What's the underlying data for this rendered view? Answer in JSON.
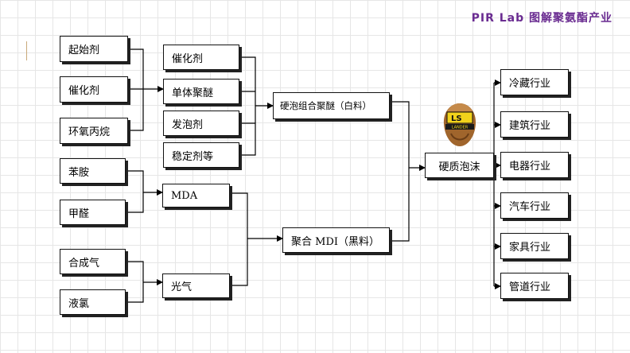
{
  "header": {
    "title": "PIR Lab 图解聚氨酯产业"
  },
  "logo": {
    "text": "LANDER"
  },
  "raw_materials": [
    "起始剂",
    "催化剂",
    "环氧丙烷",
    "苯胺",
    "甲醛",
    "合成气",
    "液氯"
  ],
  "polyol_components": [
    "催化剂",
    "单体聚醚",
    "发泡剂",
    "稳定剂等"
  ],
  "intermediates": [
    "MDA",
    "光气"
  ],
  "blends": {
    "white": "硬泡组合聚醚（白料）",
    "black": "聚合 MDI（黑料）"
  },
  "product": "硬质泡沫",
  "applications": [
    "冷藏行业",
    "建筑行业",
    "电器行业",
    "汽车行业",
    "家具行业",
    "管道行业"
  ]
}
